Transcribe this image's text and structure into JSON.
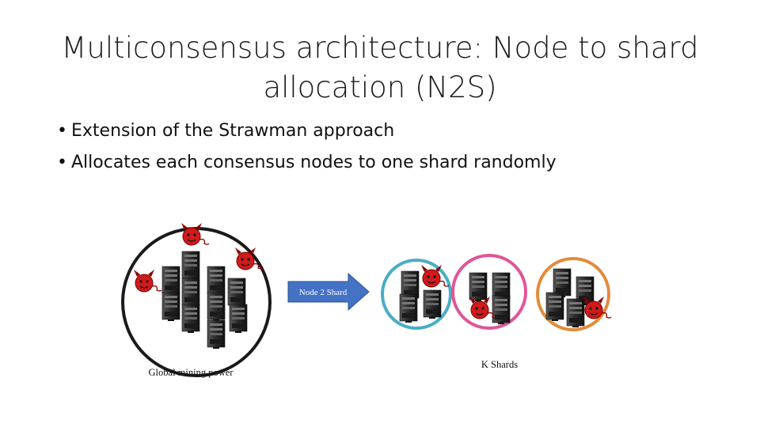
{
  "slide": {
    "title_line1": "Multiconsensus architecture: Node to shard",
    "title_line2": "allocation (N2S)",
    "bullets": [
      "Extension of the Strawman approach",
      "Allocates each consensus nodes to one shard randomly"
    ]
  },
  "diagram": {
    "global_label": "Global mining power",
    "arrow_label": "Node 2 Shard",
    "shards_label": "K Shards",
    "colors": {
      "global_circle": "#1a1a1a",
      "shard_1": "#4bacc6",
      "shard_2": "#e05599",
      "shard_3": "#e38b3b",
      "arrow": "#4472c4",
      "devil": "#d11a1a",
      "server": "#3a3a3a"
    },
    "icons": [
      "server-icon",
      "devil-icon"
    ]
  }
}
